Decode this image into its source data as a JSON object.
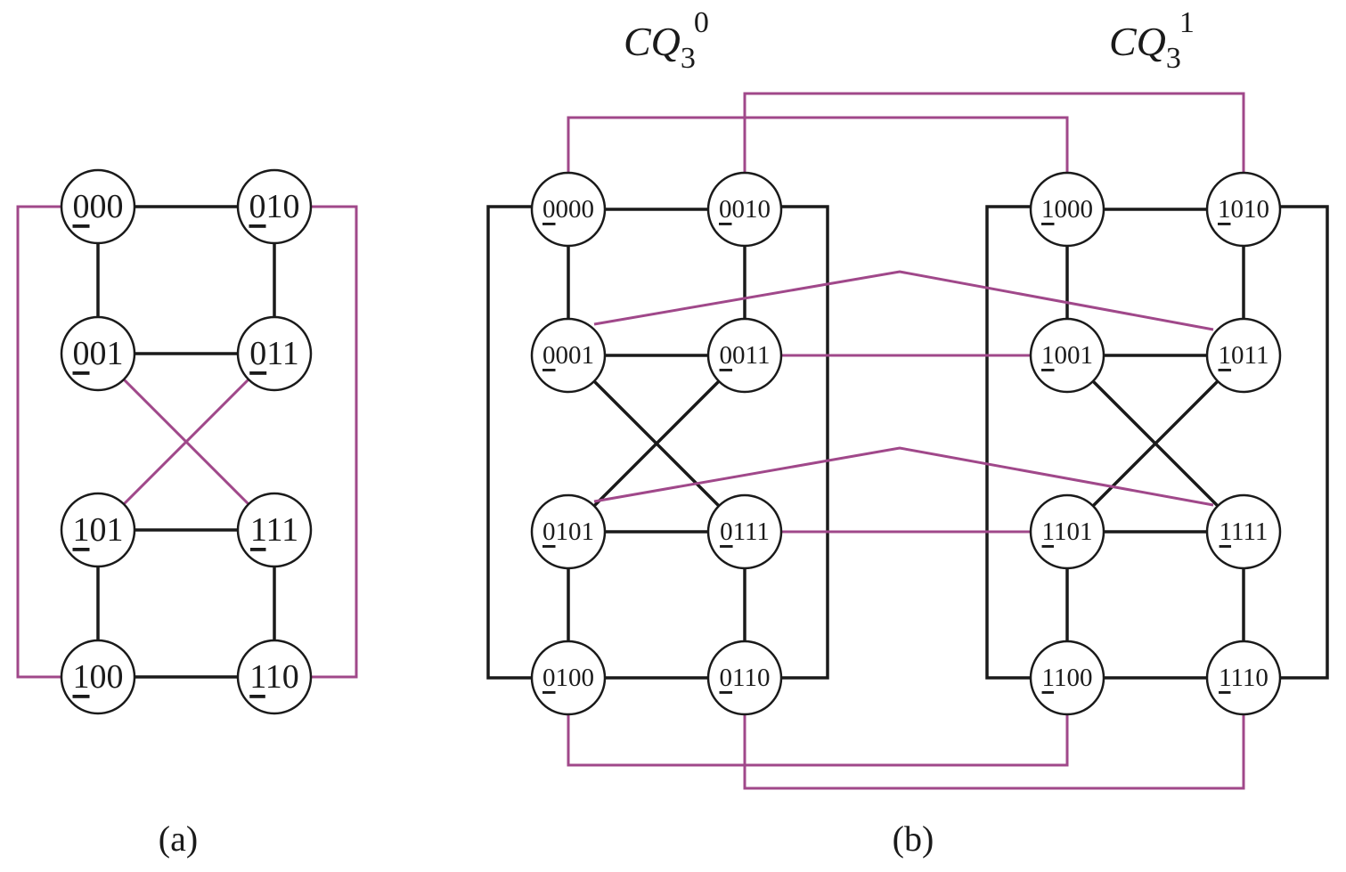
{
  "panel_a": {
    "caption": "(a)",
    "nodes": [
      {
        "id": "a000",
        "head": "0",
        "rest": "00"
      },
      {
        "id": "a010",
        "head": "0",
        "rest": "10"
      },
      {
        "id": "a001",
        "head": "0",
        "rest": "01"
      },
      {
        "id": "a011",
        "head": "0",
        "rest": "11"
      },
      {
        "id": "a101",
        "head": "1",
        "rest": "01"
      },
      {
        "id": "a111",
        "head": "1",
        "rest": "11"
      },
      {
        "id": "a100",
        "head": "1",
        "rest": "00"
      },
      {
        "id": "a110",
        "head": "1",
        "rest": "10"
      }
    ]
  },
  "panel_b": {
    "caption": "(b)",
    "left_title": {
      "main": "CQ",
      "sub": "3",
      "sup": "0"
    },
    "right_title": {
      "main": "CQ",
      "sub": "3",
      "sup": "1"
    },
    "nodes": [
      {
        "id": "b0000",
        "head": "0",
        "rest": "000"
      },
      {
        "id": "b0010",
        "head": "0",
        "rest": "010"
      },
      {
        "id": "b0001",
        "head": "0",
        "rest": "001"
      },
      {
        "id": "b0011",
        "head": "0",
        "rest": "011"
      },
      {
        "id": "b0101",
        "head": "0",
        "rest": "101"
      },
      {
        "id": "b0111",
        "head": "0",
        "rest": "111"
      },
      {
        "id": "b0100",
        "head": "0",
        "rest": "100"
      },
      {
        "id": "b0110",
        "head": "0",
        "rest": "110"
      },
      {
        "id": "b1000",
        "head": "1",
        "rest": "000"
      },
      {
        "id": "b1010",
        "head": "1",
        "rest": "010"
      },
      {
        "id": "b1001",
        "head": "1",
        "rest": "001"
      },
      {
        "id": "b1011",
        "head": "1",
        "rest": "011"
      },
      {
        "id": "b1101",
        "head": "1",
        "rest": "101"
      },
      {
        "id": "b1111",
        "head": "1",
        "rest": "111"
      },
      {
        "id": "b1100",
        "head": "1",
        "rest": "100"
      },
      {
        "id": "b1110",
        "head": "1",
        "rest": "110"
      }
    ]
  },
  "colors": {
    "black_edge": "#1a1a1a",
    "purple_edge": "#a0488a"
  }
}
